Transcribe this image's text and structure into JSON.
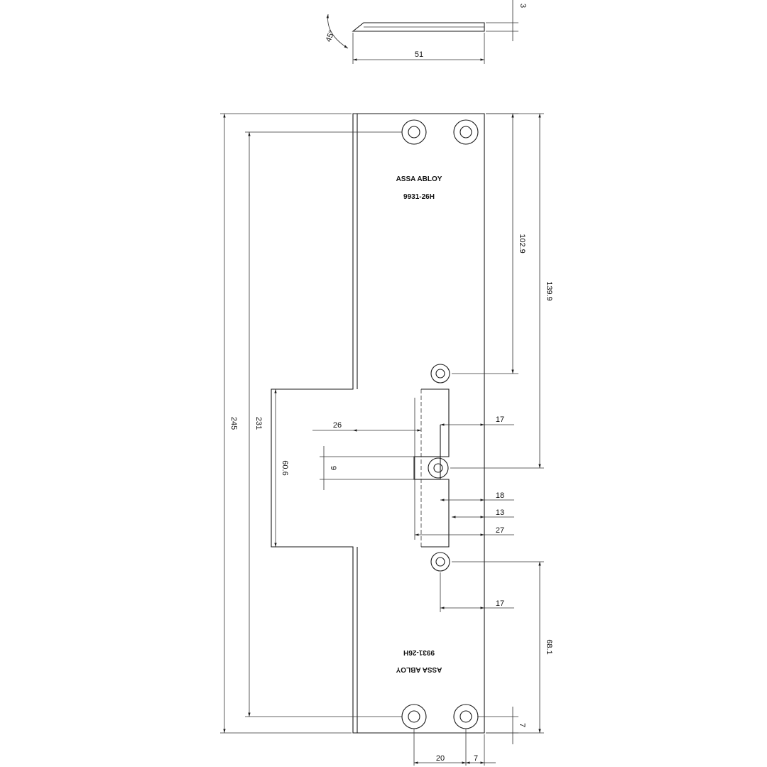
{
  "plate": {
    "brand": "ASSA ABLOY",
    "model": "9931-26H"
  },
  "dimensions": {
    "angle": "45°",
    "thickness": "3",
    "side_width": "51",
    "total_height": "245",
    "hole_span": "231",
    "cutout_height": "60.6",
    "top_to_hole": "102.9",
    "top_to_center": "139.9",
    "bottom_to_hole": "68.1",
    "cutout_depth": "26",
    "slot_height": "9",
    "upper_offset": "17",
    "lower_offset": "17",
    "d18": "18",
    "d13": "13",
    "d27": "27",
    "bottom_edge": "7",
    "bottom_spacing": "20",
    "bottom_margin": "7"
  },
  "colors": {
    "line": "#1a1a1a",
    "background": "#ffffff"
  }
}
